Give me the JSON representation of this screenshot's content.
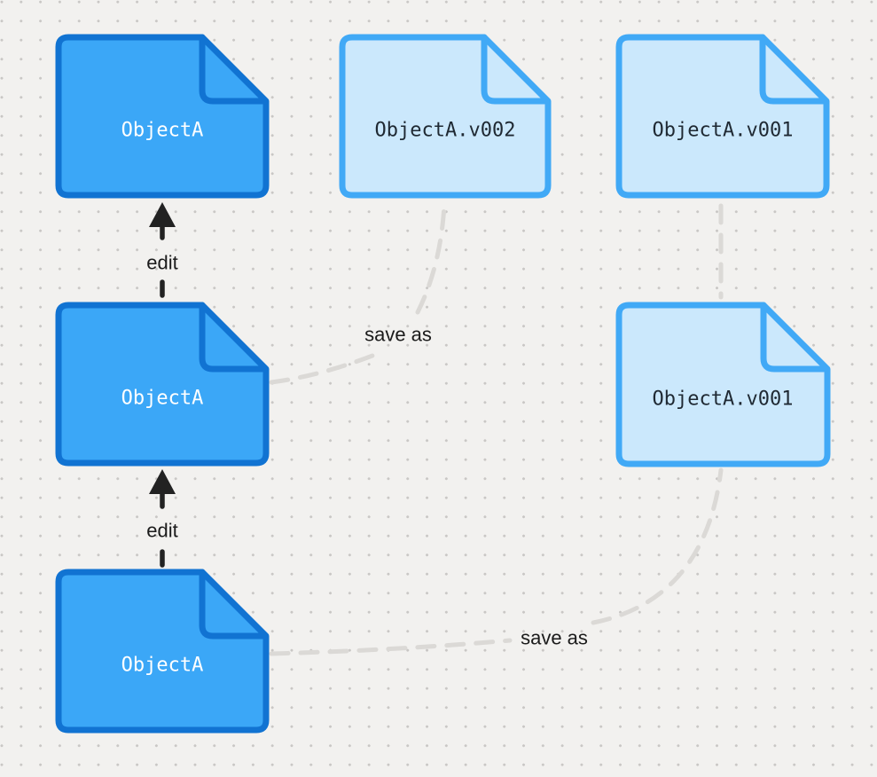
{
  "canvas": {
    "background_color": "#F2F1EF",
    "dot_grid_color": "#C9C7C5"
  },
  "documents": [
    {
      "label": "ObjectA",
      "variant": "solid"
    },
    {
      "label": "ObjectA.v002",
      "variant": "outline"
    },
    {
      "label": "ObjectA.v001",
      "variant": "outline"
    },
    {
      "label": "ObjectA",
      "variant": "solid"
    },
    {
      "label": "ObjectA.v001",
      "variant": "outline"
    },
    {
      "label": "ObjectA",
      "variant": "solid"
    }
  ],
  "connectors": {
    "edit_upper_label": "edit",
    "edit_lower_label": "edit",
    "save_as_upper_label": "save as",
    "save_as_lower_label": "save as"
  },
  "colors": {
    "doc_solid_fill": "#3BA7F7",
    "doc_solid_border": "#1173D2",
    "doc_solid_text": "#FFFFFF",
    "doc_outline_fill": "#CBE8FC",
    "doc_outline_border": "#41A9F6",
    "doc_outline_text": "#1F2933",
    "dashed_connector": "#DBD9D6",
    "arrow": "#222222",
    "edge_label_text": "#1B1B1B"
  }
}
